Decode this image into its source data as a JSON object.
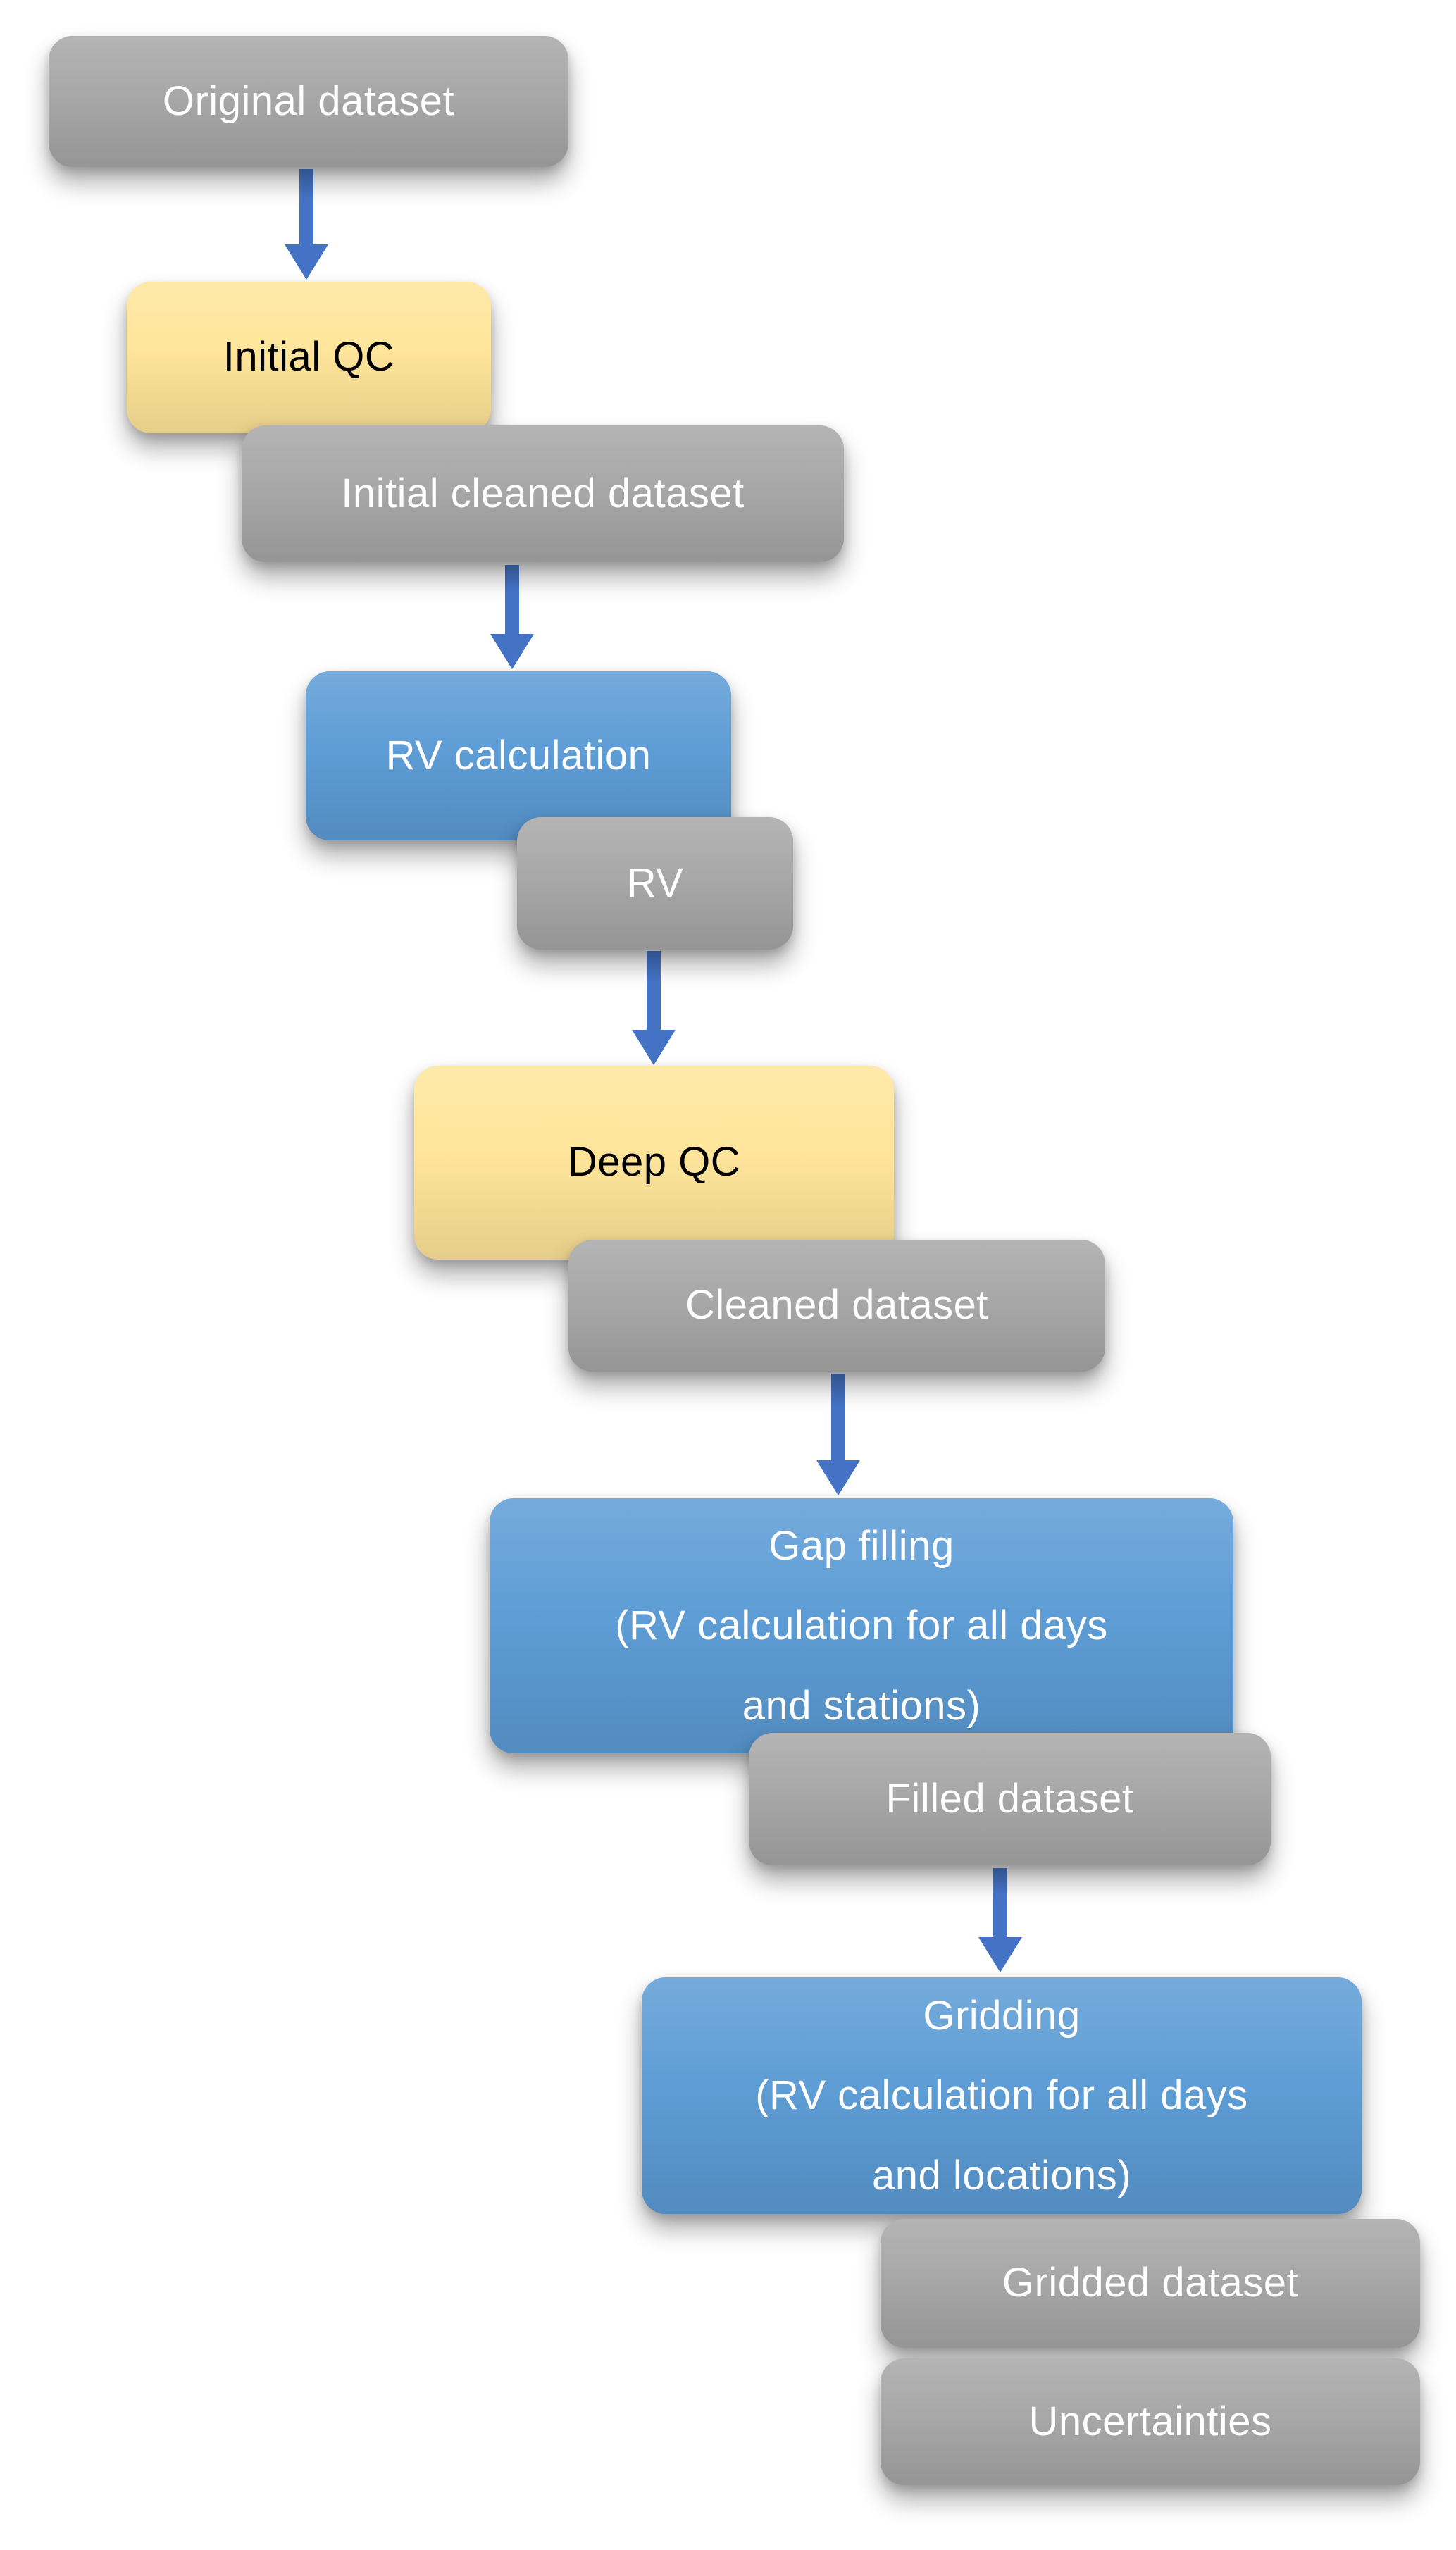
{
  "diagram": {
    "description": "Dataset processing flowchart cascading from top-left to bottom-right",
    "background": "#FFFFFF",
    "colors": {
      "dataset_fill": "#A6A6A6",
      "dataset_text": "#FFFFFF",
      "qc_fill": "#FFE599",
      "qc_text": "#000000",
      "process_fill": "#5B9BD5",
      "process_text": "#FFFFFF",
      "arrow": "#4472C4"
    },
    "nodes": [
      {
        "id": "original-dataset",
        "kind": "dataset",
        "lines": [
          "Original dataset"
        ]
      },
      {
        "id": "initial-qc",
        "kind": "qc",
        "lines": [
          "Initial QC"
        ]
      },
      {
        "id": "initial-cleaned-dataset",
        "kind": "dataset",
        "lines": [
          "Initial cleaned dataset"
        ]
      },
      {
        "id": "rv-calculation",
        "kind": "process",
        "lines": [
          "RV calculation"
        ]
      },
      {
        "id": "rv",
        "kind": "dataset",
        "lines": [
          "RV"
        ]
      },
      {
        "id": "deep-qc",
        "kind": "qc",
        "lines": [
          "Deep QC"
        ]
      },
      {
        "id": "cleaned-dataset",
        "kind": "dataset",
        "lines": [
          "Cleaned dataset"
        ]
      },
      {
        "id": "gap-filling",
        "kind": "process",
        "lines": [
          "Gap filling",
          "(RV calculation for all days",
          "and stations)"
        ]
      },
      {
        "id": "filled-dataset",
        "kind": "dataset",
        "lines": [
          "Filled dataset"
        ]
      },
      {
        "id": "gridding",
        "kind": "process",
        "lines": [
          "Gridding",
          "(RV calculation for all days",
          "and locations)"
        ]
      },
      {
        "id": "gridded-dataset",
        "kind": "dataset",
        "lines": [
          "Gridded dataset"
        ]
      },
      {
        "id": "uncertainties",
        "kind": "dataset",
        "lines": [
          "Uncertainties"
        ]
      }
    ],
    "arrows": [
      {
        "from": "original-dataset",
        "to": "initial-qc"
      },
      {
        "from": "initial-cleaned-dataset",
        "to": "rv-calculation"
      },
      {
        "from": "rv",
        "to": "deep-qc"
      },
      {
        "from": "cleaned-dataset",
        "to": "gap-filling"
      },
      {
        "from": "filled-dataset",
        "to": "gridding"
      }
    ]
  }
}
